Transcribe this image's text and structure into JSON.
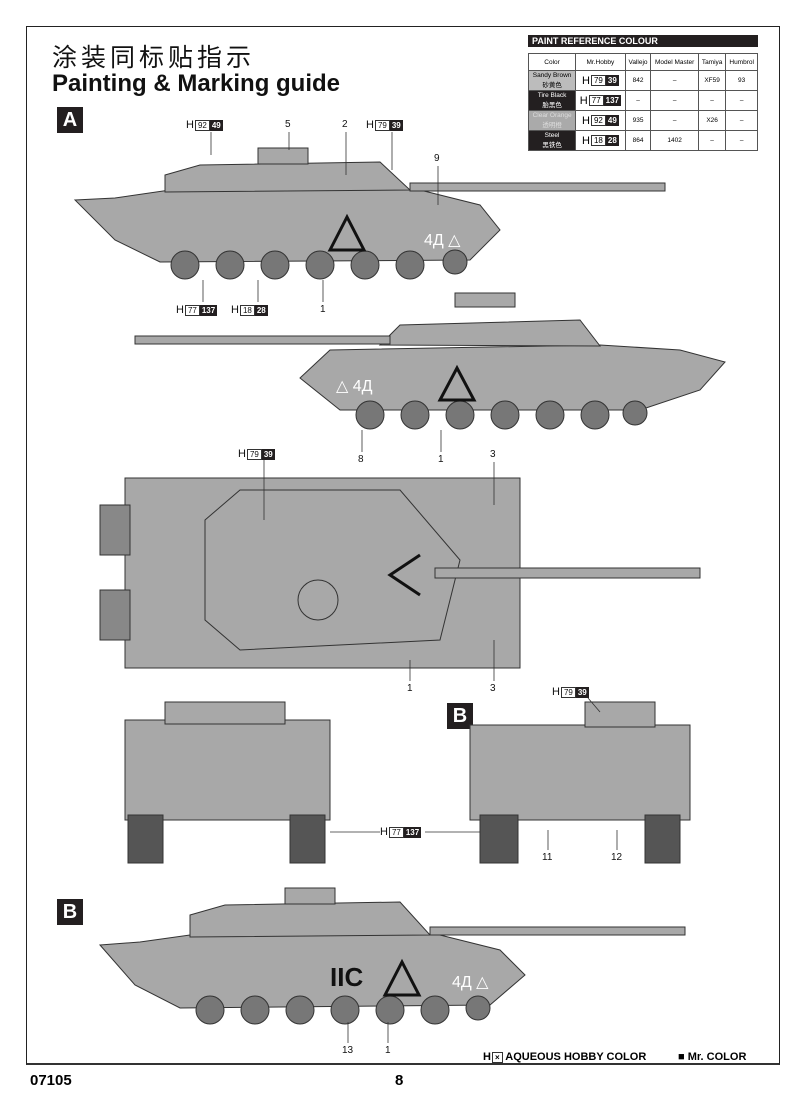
{
  "title_cn": "涂装同标贴指示",
  "title_en": "Painting & Marking guide",
  "paint_reference": {
    "title": "PAINT  REFERENCE COLOUR",
    "headers": [
      "Color",
      "Mr.Hobby",
      "Vallejo",
      "Model Master",
      "Tamiya",
      "Humbrol"
    ],
    "rows": [
      {
        "color": "Sandy Brown",
        "color_cn": "砂黄色",
        "aq": "79",
        "mr": "39",
        "vallejo": "842",
        "model_master": "–",
        "tamiya": "XF59",
        "humbrol": "93"
      },
      {
        "color": "Tire Black",
        "color_cn": "胎黑色",
        "aq": "77",
        "mr": "137",
        "vallejo": "–",
        "model_master": "–",
        "tamiya": "–",
        "humbrol": "–"
      },
      {
        "color": "Clear Orange",
        "color_cn": "透明橙",
        "aq": "92",
        "mr": "49",
        "vallejo": "935",
        "model_master": "–",
        "tamiya": "X26",
        "humbrol": "–"
      },
      {
        "color": "Steel",
        "color_cn": "黑铁色",
        "aq": "18",
        "mr": "28",
        "vallejo": "864",
        "model_master": "1402",
        "tamiya": "–",
        "humbrol": "–"
      }
    ]
  },
  "scheme_labels": {
    "a": "A",
    "b": "B",
    "b2": "B"
  },
  "h": "H",
  "callouts": {
    "c1": {
      "aq": "92",
      "mr": "49"
    },
    "c2": {
      "aq": "79",
      "mr": "39"
    },
    "c3": {
      "aq": "77",
      "mr": "137"
    },
    "c4": {
      "aq": "18",
      "mr": "28"
    },
    "c5": {
      "aq": "79",
      "mr": "39"
    },
    "c6": {
      "aq": "79",
      "mr": "39"
    },
    "c7": {
      "aq": "77",
      "mr": "137"
    }
  },
  "decals": {
    "n5": "5",
    "n2": "2",
    "n9": "9",
    "n1a": "1",
    "n8": "8",
    "n1b": "1",
    "n3a": "3",
    "n1c": "1",
    "n3b": "3",
    "n11": "11",
    "n12": "12",
    "n13": "13",
    "n1d": "1"
  },
  "tank_markings": {
    "a": "4Д △",
    "a2": "△ 4Д",
    "b_code": "IIC",
    "b": "4Д △"
  },
  "legend": {
    "aqueous": "AQUEOUS HOBBY COLOR",
    "mr": "Mr. COLOR"
  },
  "footer": {
    "kit_number": "07105",
    "page": "8"
  },
  "colors": {
    "tank_gray": "#a8a8a8",
    "dark": "#231f20"
  }
}
